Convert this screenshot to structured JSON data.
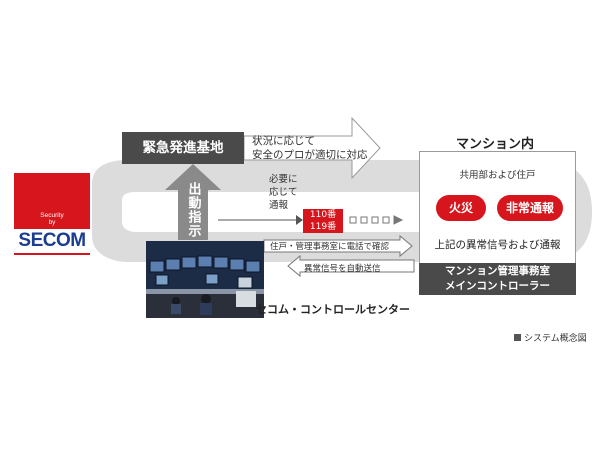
{
  "logo": {
    "line1": "Security",
    "line2": "by",
    "brand": "SECOM",
    "bg_color": "#d7151c",
    "text_color": "#1a3d8f"
  },
  "dispatch": {
    "title": "緊急発進基地",
    "note_lines": [
      "状況に応じて",
      "安全のプロが適切に対応"
    ]
  },
  "dispatch_order": {
    "label": "出動指示"
  },
  "needs": {
    "lines": [
      "必要に",
      "応じて",
      "通報"
    ]
  },
  "emergency": {
    "lines": [
      "110番",
      "119番"
    ]
  },
  "flows": {
    "phone_confirm": "住戸・管理事務室に電話で確認",
    "auto_signal": "異常信号を自動送信"
  },
  "control_center": {
    "label": "セコム・コントロールセンター"
  },
  "mansion": {
    "title": "マンション内",
    "common_area": "共用部および住戸",
    "fire": "火災",
    "alarm": "非常通報",
    "report": "上記の異常信号および通報",
    "mgmt_lines": [
      "マンション管理事務室",
      "メインコントローラー"
    ]
  },
  "legend": {
    "label": "システム概念図"
  },
  "colors": {
    "accent_red": "#d7151c",
    "dark_box": "#4a4a4a",
    "loop_gray": "#dadada",
    "arrow_gray": "#c8c8c8"
  }
}
